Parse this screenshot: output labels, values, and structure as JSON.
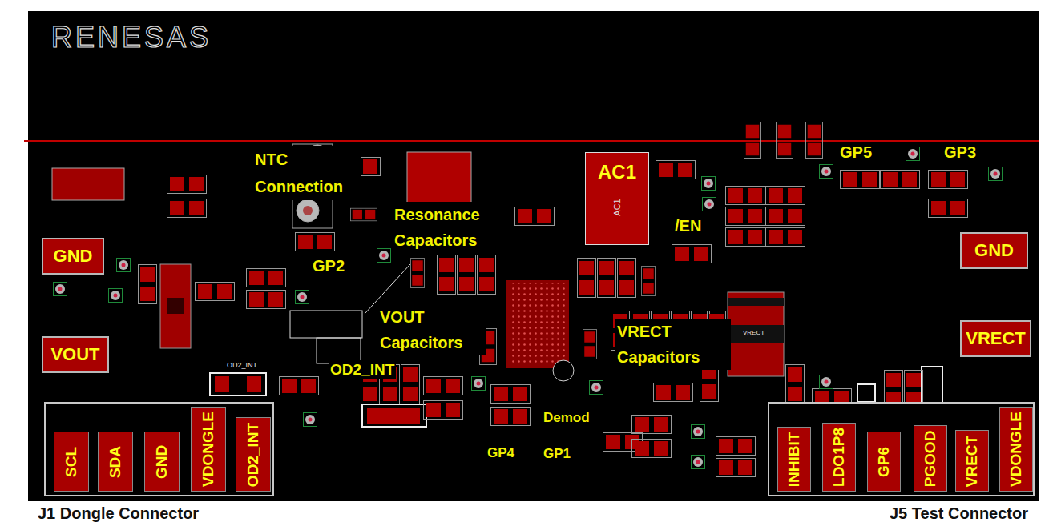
{
  "diagram": {
    "nodes": [
      {
        "text": [
          "GND"
        ]
      },
      {
        "text": [
          "VOUT"
        ]
      },
      {
        "text": [
          "AC1",
          "AC1"
        ]
      },
      {
        "text": [
          "GND"
        ]
      },
      {
        "text": [
          "VRECT"
        ]
      },
      {
        "text": [
          "J1 Dongle Connector"
        ]
      },
      {
        "text": [
          "SCL"
        ],
        "in": 5
      },
      {
        "text": [
          "SDA"
        ],
        "in": 5
      },
      {
        "text": [
          "GND"
        ],
        "in": 5
      },
      {
        "text": [
          "VDONGLE"
        ],
        "in": 5
      },
      {
        "text": [
          "OD2_INT"
        ],
        "in": 5
      },
      {
        "text": [
          "J5 Test Connector"
        ]
      },
      {
        "text": [
          "INHIBIT"
        ],
        "in": 11
      },
      {
        "text": [
          "LDO1P8"
        ],
        "in": 11
      },
      {
        "text": [
          "GP6"
        ],
        "in": 11
      },
      {
        "text": [
          "PGOOD"
        ],
        "in": 11
      },
      {
        "text": [
          "VRECT"
        ],
        "in": 11
      },
      {
        "text": [
          "VDONGLE"
        ],
        "in": 11
      }
    ],
    "labels": [
      "RENESAS",
      "NTC Connection",
      "GP5",
      "GP3",
      "Resonance Capacitors",
      "/EN",
      "GP2",
      "VOUT Capacitors",
      "VRECT Capacitors",
      "VRECT",
      "OD2_INT",
      "OD2_INT",
      "Demod",
      "GP4",
      "GP1"
    ]
  }
}
